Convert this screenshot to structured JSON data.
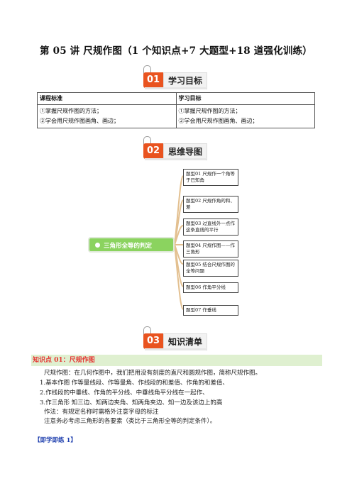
{
  "title": "第 05 讲  尺规作图（1 个知识点+7 大题型+18 道强化训练）",
  "sections": [
    {
      "num": "01",
      "label": "学习目标"
    },
    {
      "num": "02",
      "label": "思维导图"
    },
    {
      "num": "03",
      "label": "知识清单"
    }
  ],
  "standards_table": {
    "headers": [
      "课程标准",
      "学习目标"
    ],
    "left": [
      "①掌握尺规作图的方法；",
      "②学会用尺规作图画角、画边；"
    ],
    "right": [
      "①掌握尺规作图的方法；",
      "②学会用尺规作图画角、画边；"
    ]
  },
  "mindmap": {
    "center": "三角形全等的判定",
    "branches": [
      "题型01  尺规作一个角等于已知角",
      "题型02  尺规作角的和、差",
      "题型03  过直线外一点作这条直线的平行",
      "题型04  尺规作图——作三角形",
      "题型05  结合尺规作图的全等问题",
      "题型06  作角平分线",
      "题型07  作垂线"
    ]
  },
  "knowledge": {
    "heading": "知识点 01：尺规作图",
    "lines": [
      "尺规作图：在几何作图中，我们把用没有刻度的直尺和圆规作图，简称尺规作图。",
      "1.基本作图        作等量线段、作等量角、作线段的和差值、作角的和差值、",
      "2.作线段的中垂线、作角的平分线、中垂线角平分线在一起作、",
      "3.作三角形        知三边、知两边夹角、知两角夹边、知一边及该边上的高",
      "作法：有规定名称时需格外注意字母的标注",
      "注意务必考虑三角形的各要素（类比于三角形全等的判定条件）。"
    ]
  },
  "exercise_label": "【即学即练 1】",
  "colors": {
    "accent": "#e9531f",
    "center_node": "#8bd35f",
    "highlight": "#dff0d0",
    "heading_red": "#e53935",
    "exercise_blue": "#1e3fae"
  }
}
